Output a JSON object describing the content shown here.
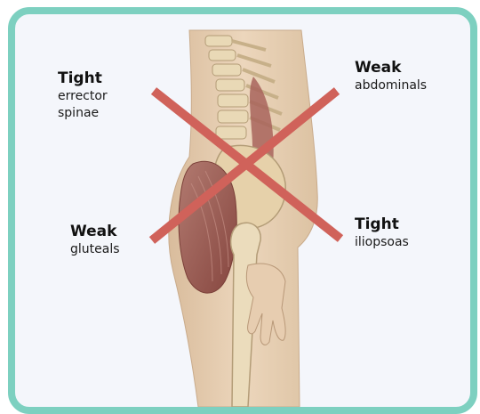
{
  "colors": {
    "frame_border": "#7dd0c0",
    "frame_background": "#f4f6fb",
    "cross": "#d0625a",
    "skin": "#e2c8aa",
    "bone": "#e9d9b6",
    "muscle": "#9c5e56"
  },
  "labels": {
    "top_left": {
      "heading": "Tight",
      "text": "errector\nspinae"
    },
    "top_right": {
      "heading": "Weak",
      "text": "abdominals"
    },
    "bottom_left": {
      "heading": "Weak",
      "text": "gluteals"
    },
    "bottom_right": {
      "heading": "Tight",
      "text": "iliopsoas"
    }
  }
}
